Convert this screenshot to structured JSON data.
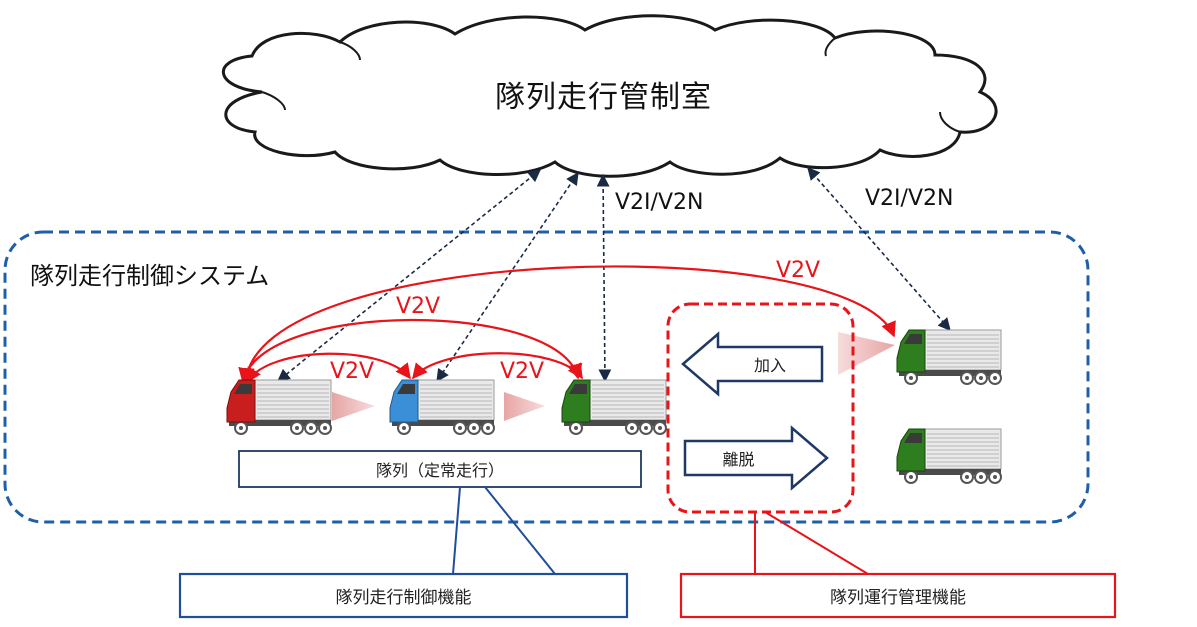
{
  "cloud": {
    "title": "隊列走行管制室"
  },
  "system": {
    "title": "隊列走行制御システム"
  },
  "links": {
    "v2i_a": "V2I/V2N",
    "v2i_b": "V2I/V2N"
  },
  "v2v": {
    "long": "V2V",
    "mid": "V2V",
    "left": "V2V",
    "right": "V2V"
  },
  "platoon": {
    "label": "隊列（定常走行）"
  },
  "maneuvers": {
    "join": "加入",
    "leave": "離脱"
  },
  "functions": {
    "control": "隊列走行制御機能",
    "management": "隊列運行管理機能"
  },
  "colors": {
    "v2v_red": "#e8141a",
    "system_border": "#1f5fa8",
    "navy": "#1f3864",
    "truck_red": "#c81e1e",
    "truck_blue": "#3a8fd6",
    "truck_green": "#2e7d1e",
    "beam": "#e8a0a0"
  },
  "icons": [
    "cloud-shape",
    "truck-icon",
    "arrow-left-icon",
    "arrow-right-icon"
  ]
}
